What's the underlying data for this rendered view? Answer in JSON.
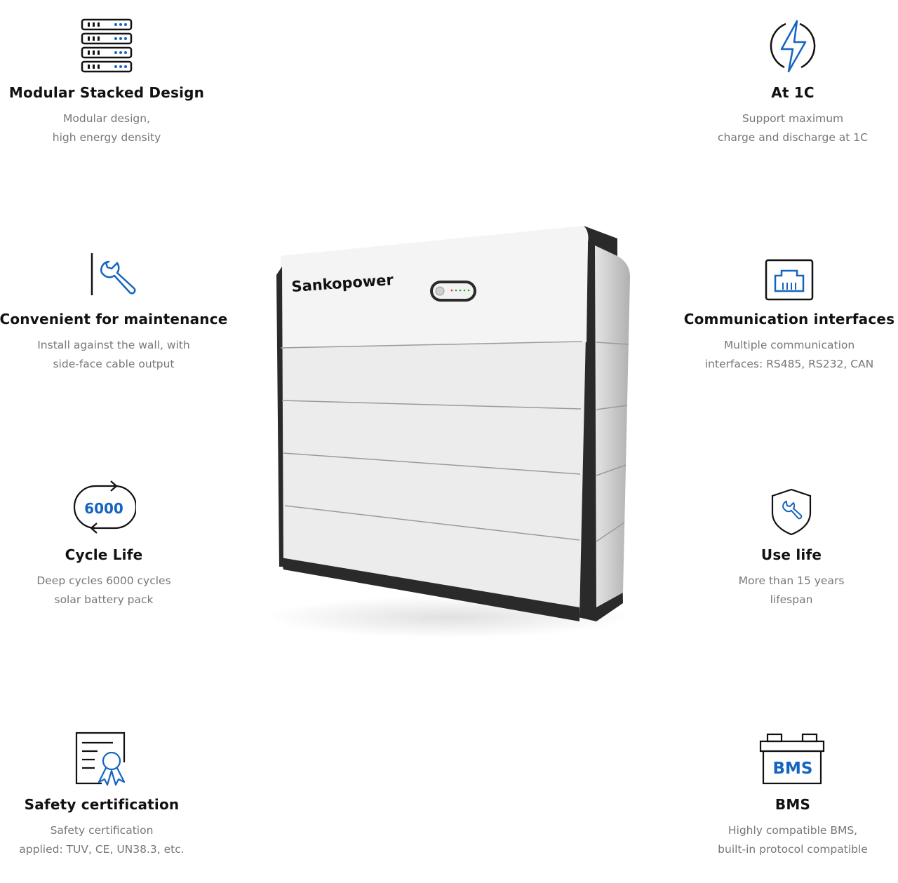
{
  "colors": {
    "accent": "#1565c0",
    "title": "#111111",
    "text": "#777777"
  },
  "brand": {
    "name": "Sankopower"
  },
  "features": [
    {
      "id": "modular",
      "icon": "server-stack-icon",
      "title": "Modular Stacked Design",
      "lines": [
        "Modular design,",
        "high energy density"
      ]
    },
    {
      "id": "1c",
      "icon": "lightning-icon",
      "title": "At 1C",
      "lines": [
        "Support maximum",
        "charge and discharge at 1C"
      ]
    },
    {
      "id": "maintenance",
      "icon": "wrench-icon",
      "title": "Convenient for maintenance",
      "lines": [
        "Install against the wall, with",
        "side-face cable output"
      ]
    },
    {
      "id": "comm",
      "icon": "ethernet-port-icon",
      "title": "Communication interfaces",
      "lines": [
        "Multiple communication",
        "interfaces: RS485, RS232, CAN"
      ]
    },
    {
      "id": "cycle",
      "icon": "cycle-icon",
      "icon_text": "6000",
      "title": "Cycle Life",
      "lines": [
        "Deep cycles 6000 cycles",
        "solar battery pack"
      ]
    },
    {
      "id": "uselife",
      "icon": "shield-wrench-icon",
      "title": "Use life",
      "lines": [
        "More than 15 years",
        "lifespan"
      ]
    },
    {
      "id": "safety",
      "icon": "certificate-icon",
      "title": "Safety certification",
      "lines": [
        "Safety certification",
        "applied: TUV, CE, UN38.3, etc."
      ]
    },
    {
      "id": "bms",
      "icon": "bms-battery-icon",
      "icon_text": "BMS",
      "title": "BMS",
      "lines": [
        "Highly compatible BMS,",
        "built-in protocol compatible"
      ]
    }
  ]
}
